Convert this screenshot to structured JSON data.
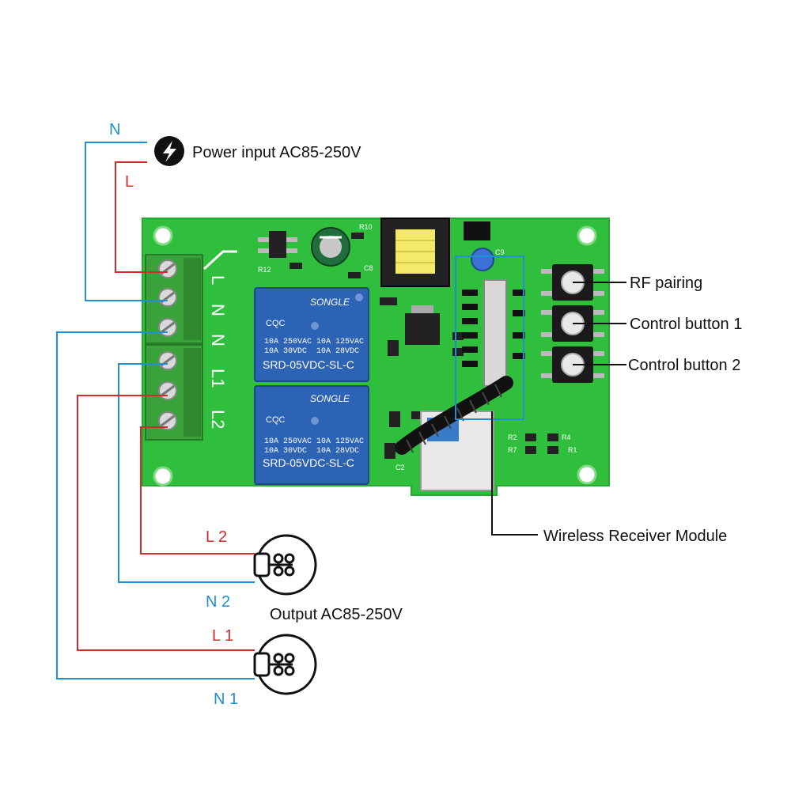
{
  "power": {
    "label": "Power input AC85-250V",
    "icon": "lightning-bolt-icon"
  },
  "wires": {
    "input": {
      "n": "N",
      "l": "L"
    },
    "output": {
      "l2": "L 2",
      "n2": "N 2",
      "l1": "L 1",
      "n1": "N 1",
      "label": "Output AC85-250V"
    }
  },
  "callouts": {
    "rf_pairing": "RF pairing",
    "control1": "Control button 1",
    "control2": "Control button 2",
    "wireless": "Wireless Receiver Module"
  },
  "board": {
    "terminal_labels": [
      "L",
      "N",
      "N",
      "L1",
      "L2"
    ],
    "relay": {
      "brand": "SONGLE",
      "rating1": "10A 250VAC",
      "rating2": "10A 125VAC",
      "rating3": "10A 30VDC",
      "rating4": "10A 28VDC",
      "model": "SRD-05VDC-SL-C"
    },
    "components": {
      "r12": "R12",
      "r10": "R10",
      "c8": "C8",
      "c9": "C9",
      "r2": "R2",
      "r4": "R4",
      "r7": "R7",
      "r1": "R1",
      "c2": "C2"
    }
  },
  "colors": {
    "blue_wire": "#1e8ed6",
    "red_wire": "#d42a2a",
    "board": "#2fbf3c",
    "relay": "#2d63b5",
    "terminal": "#3aa23a"
  }
}
